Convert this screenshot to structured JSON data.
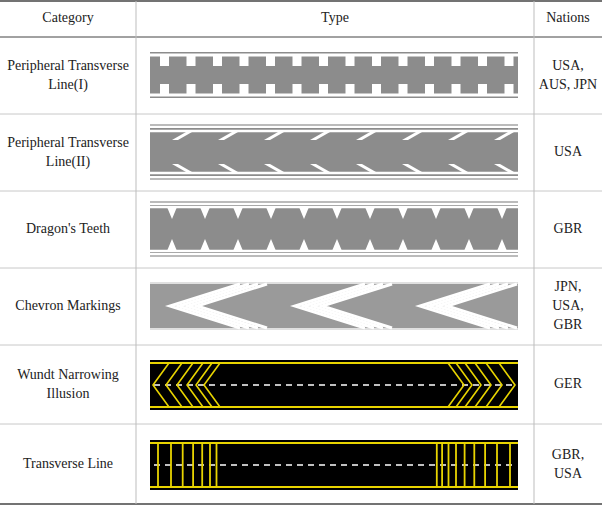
{
  "diagram": {
    "labels": [
      "Category",
      "Type",
      "Nations",
      "Peripheral Transverse Line(I)",
      "USA, AUS, JPN",
      "Peripheral Transverse Line(II)",
      "USA",
      "Dragon's Teeth",
      "GBR",
      "Chevron Markings",
      "JPN, USA, GBR",
      "Wundt Narrowing Illusion",
      "GER",
      "Transverse Line",
      "GBR, USA"
    ]
  }
}
